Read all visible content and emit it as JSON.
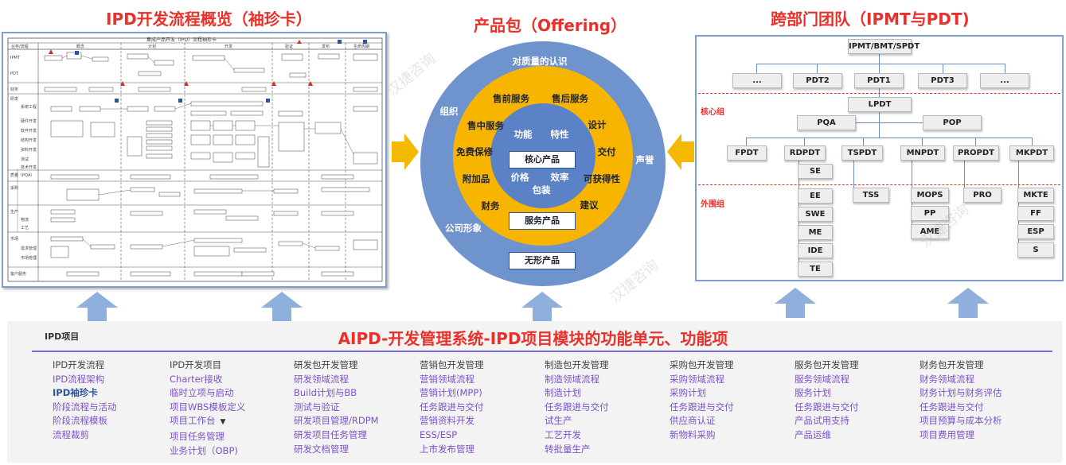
{
  "titles": {
    "card": "IPD开发流程概览（袖珍卡）",
    "offering": "产品包（Offering）",
    "team": "跨部门团队（IPMT与PDT)"
  },
  "card": {
    "header_title": "集成产品开发（IPD）流程袖珍卡",
    "row_labels": [
      "IPMT",
      "PDT",
      "财务",
      "研发",
      "质量（PQA）",
      "采购",
      "生产",
      "市场",
      "客户服务"
    ],
    "phase_labels": [
      "业务/流程",
      "概念",
      "计划",
      "开发",
      "验证",
      "发布",
      "生命周期"
    ],
    "sub_labels": [
      "系统工程",
      "硬件开发",
      "软件开发",
      "结构开发",
      "资料开发",
      "测试",
      "技术开发",
      "需求管理",
      "市场管理",
      "物流",
      "工艺"
    ]
  },
  "offering": {
    "outer": [
      "对质量的认识",
      "组织",
      "声誉",
      "公司形象"
    ],
    "middle": [
      "售前服务",
      "售后服务",
      "售中服务",
      "设计",
      "免费保修",
      "交付",
      "附加品",
      "可获得性",
      "财务",
      "建议"
    ],
    "inner": [
      "功能",
      "特性",
      "价格",
      "效率",
      "包装"
    ],
    "core_box": "核心产品",
    "service_box": "服务产品",
    "intangible_box": "无形产品",
    "colors": {
      "outer": "#6f93cc",
      "middle": "#f7b500",
      "inner": "#5b82c6"
    }
  },
  "team": {
    "top": "IPMT/BMT/SPDT",
    "row1": [
      "...",
      "PDT2",
      "PDT1",
      "PDT3",
      "..."
    ],
    "core_label": "核心组",
    "lpdt": "LPDT",
    "row3": [
      "PQA",
      "POP"
    ],
    "row4": [
      "FPDT",
      "RDPDT",
      "TSPDT",
      "MNPDT",
      "PROPDT",
      "MKPDT"
    ],
    "outer_label": "外围组",
    "rdpdt_children": [
      "SE",
      "EE",
      "SWE",
      "ME",
      "IDE",
      "TE"
    ],
    "tspdt_children": [
      "TSS"
    ],
    "mnpdt_children": [
      "MOPS",
      "PP",
      "AME"
    ],
    "propdt_children": [
      "PRO"
    ],
    "mkpdt_children": [
      "MKTE",
      "FF",
      "ESP",
      "S"
    ]
  },
  "bottom": {
    "header": "IPD项目",
    "title": "AIPD-开发管理系统-IPD项目模块的功能单元、功能项",
    "columns": [
      {
        "heading": "IPD开发流程",
        "items": [
          "IPD流程架构",
          "IPD袖珍卡",
          "阶段流程与活动",
          "阶段流程模板",
          "流程裁剪"
        ],
        "selected": 1
      },
      {
        "heading": "IPD开发项目",
        "items": [
          "Charter接收",
          "临时立项与启动",
          "项目WBS模板定义",
          "项目工作台",
          "项目任务管理",
          "业务计划（OBP)"
        ],
        "dropdown": 3
      },
      {
        "heading": "研发包开发管理",
        "items": [
          "研发领域流程",
          "Build计划与BB",
          "测试与验证",
          "研发项目管理/RDPM",
          "研发项目任务管理",
          "研发文档管理"
        ]
      },
      {
        "heading": "营销包开发管理",
        "items": [
          "营销领域流程",
          "营销计划(MPP)",
          "任务跟进与交付",
          "营销资料开发",
          "ESS/ESP",
          "上市发布管理"
        ]
      },
      {
        "heading": "制造包开发管理",
        "items": [
          "制造领域流程",
          "制造计划",
          "任务跟进与交付",
          "试生产",
          "工艺开发",
          "转批量生产"
        ]
      },
      {
        "heading": "采购包开发管理",
        "items": [
          "采购领域流程",
          "采购计划",
          "任务跟进与交付",
          "供应商认证",
          "新物料采购"
        ]
      },
      {
        "heading": "服务包开发管理",
        "items": [
          "服务领域流程",
          "服务计划",
          "任务跟进与交付",
          "产品试用支持",
          "产品运维"
        ]
      },
      {
        "heading": "财务包开发管理",
        "items": [
          "财务领域流程",
          "财务计划与财务评估",
          "任务跟进与交付",
          "项目预算与成本分析",
          "项目费用管理"
        ]
      }
    ]
  },
  "watermark": "汉捷咨询"
}
